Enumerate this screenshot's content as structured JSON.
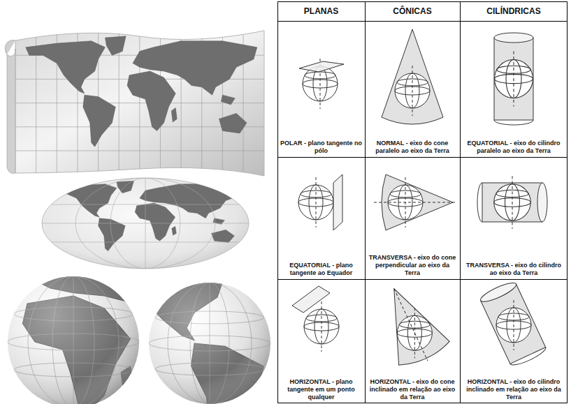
{
  "diagram": {
    "labels": [
      "PLANAS",
      "CÔNICAS",
      "CILÍNDRICAS",
      "POLAR - plano tangente no pólo",
      "NORMAL - eixo do cone paralelo ao eixo da Terra",
      "EQUATORIAL - eixo do cilindro paralelo ao eixo da Terra",
      "EQUATORIAL - plano tangente ao Equador",
      "TRANSVERSA - eixo do cone perpendicular ao eixo da Terra",
      "TRANSVERSA - eixo do cilindro ao eixo da Terra",
      "HORIZONTAL - plano tangente em um ponto qualquer",
      "HORIZONTAL - eixo do cone inclinado em relação ao eixo da Terra",
      "HORIZONTAL - eixo do cilindro inclinado em relação ao eixo da Terra"
    ]
  }
}
